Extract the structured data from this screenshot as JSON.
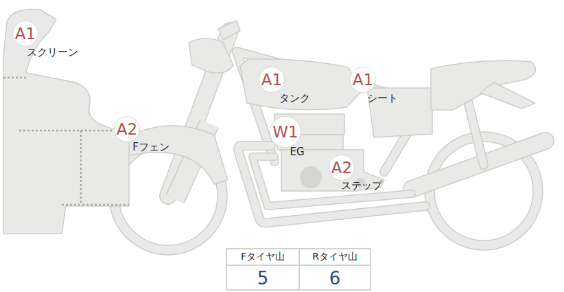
{
  "diagram": {
    "nodes": [
      {
        "text": [
          "A1"
        ]
      },
      {
        "text": [
          "A1"
        ]
      },
      {
        "text": [
          "A1"
        ]
      },
      {
        "text": [
          "A2"
        ]
      },
      {
        "text": [
          "W1"
        ]
      },
      {
        "text": [
          "A2"
        ]
      }
    ],
    "labels": [
      "スクリーン",
      "タンク",
      "シート",
      "Fフェン",
      "EG",
      "ステップ",
      "Fタイヤ山",
      "Rタイヤ山",
      "5",
      "6"
    ]
  }
}
